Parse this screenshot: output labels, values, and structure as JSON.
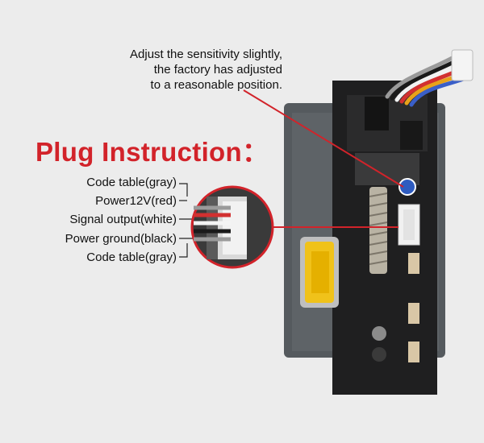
{
  "annotation": {
    "lines": [
      "Adjust the sensitivity slightly,",
      "the factory has adjusted",
      "to a reasonable position."
    ]
  },
  "title": "Plug Instruction：",
  "pins": [
    {
      "label": "Code table(gray)"
    },
    {
      "label": "Power12V(red)"
    },
    {
      "label": "Signal output(white)"
    },
    {
      "label": "Power ground(black)"
    },
    {
      "label": "Code table(gray)"
    }
  ],
  "colors": {
    "accent": "#d2232a",
    "background": "#ececec",
    "wire_gray": "#9a9a9a",
    "wire_red": "#d23030",
    "wire_white": "#f4f4f4",
    "wire_black": "#1a1a1a"
  }
}
